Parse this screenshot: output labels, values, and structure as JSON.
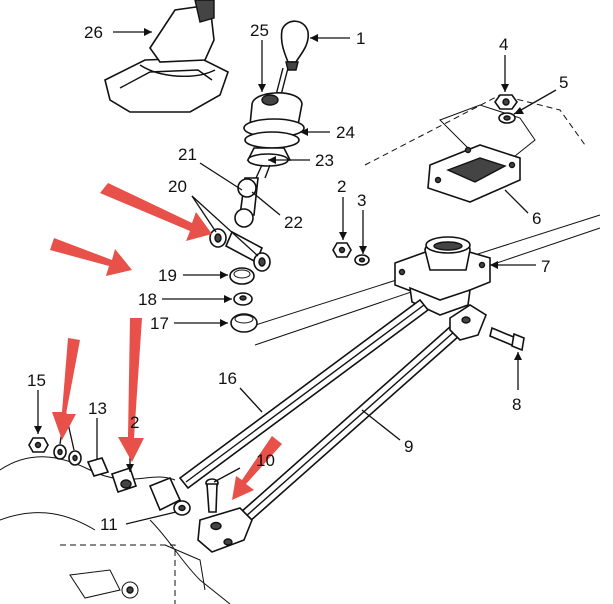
{
  "diagram": {
    "callouts": [
      {
        "id": "c1",
        "text": "1"
      },
      {
        "id": "c2a",
        "text": "2"
      },
      {
        "id": "c2b",
        "text": "2"
      },
      {
        "id": "c3",
        "text": "3"
      },
      {
        "id": "c4",
        "text": "4"
      },
      {
        "id": "c5",
        "text": "5"
      },
      {
        "id": "c6",
        "text": "6"
      },
      {
        "id": "c7",
        "text": "7"
      },
      {
        "id": "c8",
        "text": "8"
      },
      {
        "id": "c9",
        "text": "9"
      },
      {
        "id": "c10",
        "text": "10"
      },
      {
        "id": "c11",
        "text": "11"
      },
      {
        "id": "c13",
        "text": "13"
      },
      {
        "id": "c15",
        "text": "15"
      },
      {
        "id": "c16",
        "text": "16"
      },
      {
        "id": "c17",
        "text": "17"
      },
      {
        "id": "c18",
        "text": "18"
      },
      {
        "id": "c19",
        "text": "19"
      },
      {
        "id": "c20",
        "text": "20"
      },
      {
        "id": "c21",
        "text": "21"
      },
      {
        "id": "c22",
        "text": "22"
      },
      {
        "id": "c23",
        "text": "23"
      },
      {
        "id": "c24",
        "text": "24"
      },
      {
        "id": "c25",
        "text": "25"
      },
      {
        "id": "c26",
        "text": "26"
      }
    ],
    "highlight_color": "#e8504a"
  }
}
